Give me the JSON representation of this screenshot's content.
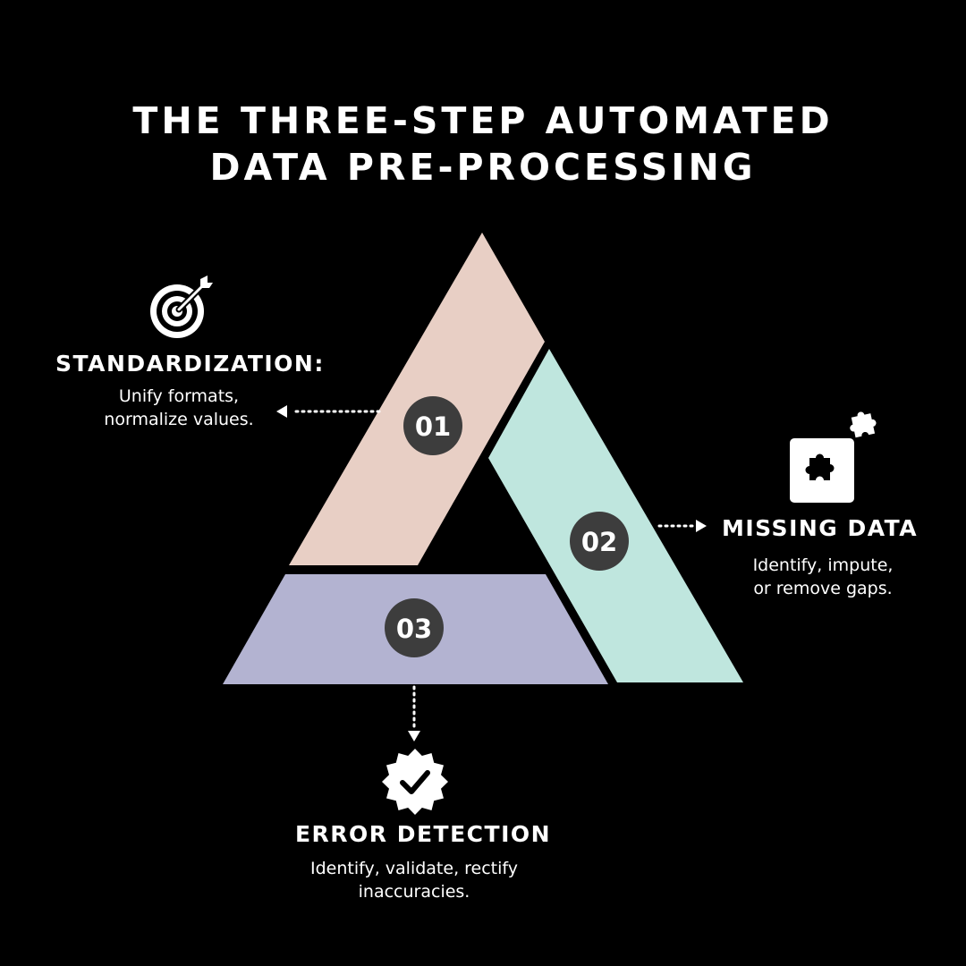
{
  "title": {
    "line1": "THE THREE-STEP AUTOMATED",
    "line2": "DATA PRE-PROCESSING"
  },
  "colors": {
    "background": "#000000",
    "segment_1": "#e8cfc5",
    "segment_2": "#bfe6de",
    "segment_3": "#b3b3d1",
    "badge": "#3d3d3d",
    "text": "#ffffff"
  },
  "steps": [
    {
      "number": "01",
      "heading": "STANDARDIZATION:",
      "desc_line1": "Unify formats,",
      "desc_line2": "normalize values.",
      "icon": "target-icon"
    },
    {
      "number": "02",
      "heading": "MISSING DATA",
      "desc_line1": "Identify, impute,",
      "desc_line2": "or remove gaps.",
      "icon": "puzzle-icon"
    },
    {
      "number": "03",
      "heading": "ERROR DETECTION",
      "desc_line1": "Identify, validate, rectify",
      "desc_line2": "inaccuracies.",
      "icon": "verified-badge-icon"
    }
  ]
}
